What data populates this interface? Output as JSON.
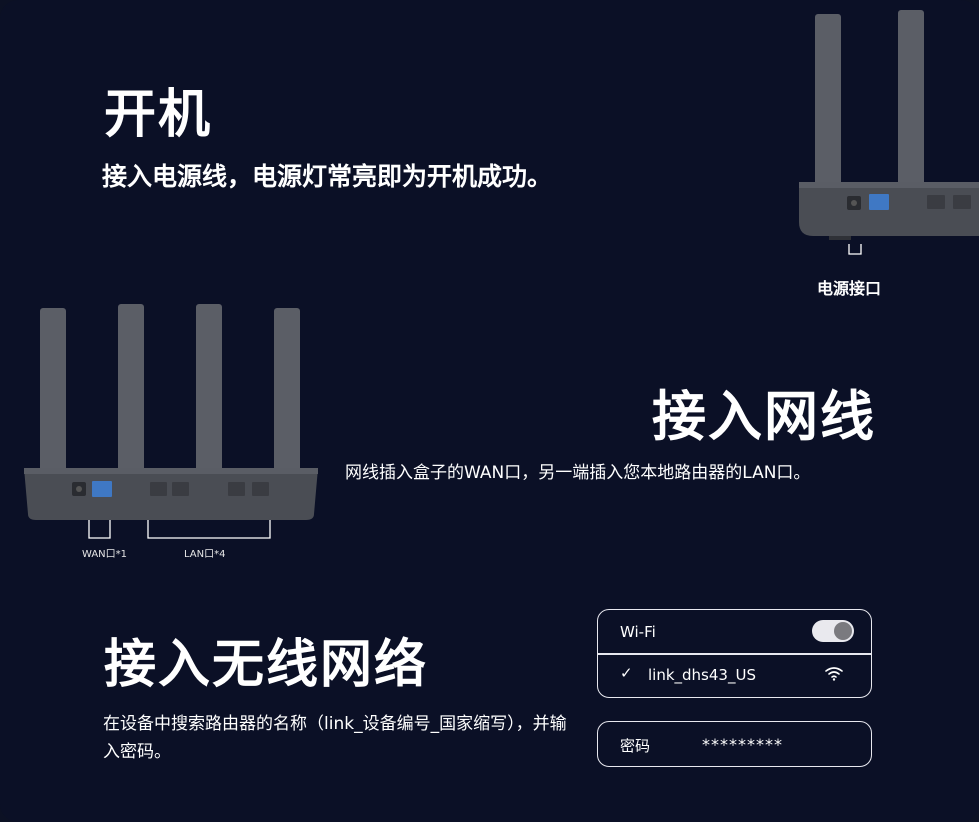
{
  "sections": {
    "power": {
      "title": "开机",
      "description": "接入电源线，电源灯常亮即为开机成功。",
      "port_label": "电源接口"
    },
    "cable": {
      "title": "接入网线",
      "description": "网线插入盒子的WAN口，另一端插入您本地路由器的LAN口。",
      "wan_label": "WAN口*1",
      "lan_label": "LAN口*4"
    },
    "wireless": {
      "title": "接入无线网络",
      "description": "在设备中搜索路由器的名称（link_设备编号_国家缩写），并输入密码。"
    }
  },
  "wifi_card": {
    "label": "Wi-Fi",
    "toggle_on": true,
    "network_name": "link_dhs43_US",
    "check_icon": "check-icon",
    "signal_icon": "wifi-signal-icon"
  },
  "password_card": {
    "label": "密码",
    "value": "*********"
  },
  "colors": {
    "background": "#0b1026",
    "text": "#ffffff",
    "router_body": "#4a4d54",
    "ethernet_blue": "#3f78c4"
  }
}
